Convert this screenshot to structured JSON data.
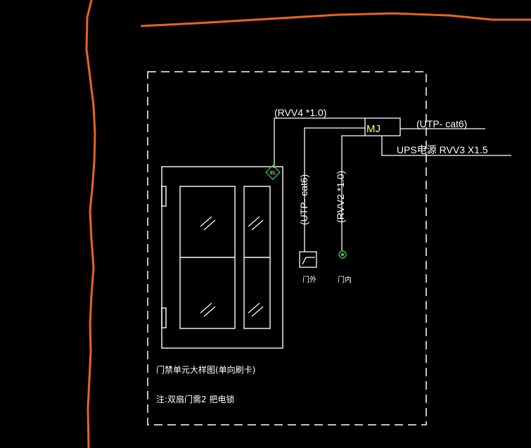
{
  "colors": {
    "background": "#000000",
    "line": "#ffffff",
    "boundary": "#e8641e",
    "mj": "#ffff66",
    "el": "#33cc33",
    "button": "#33cc33"
  },
  "labels": {
    "rvv4": "(RVV4 *1.0)",
    "mj": "MJ",
    "utp_right": "(UTP- cat6)",
    "ups": "UPS电源 RVV3 X1.5",
    "utp_vertical": "(UTP- cat6)",
    "rvv2": "(RVV2 *1.0)",
    "el": "EL",
    "door_outside": "门外",
    "door_inside": "门内",
    "caption": "门禁单元大样图(单向刷卡)",
    "note": "注:双扇门需2 把电锁"
  }
}
